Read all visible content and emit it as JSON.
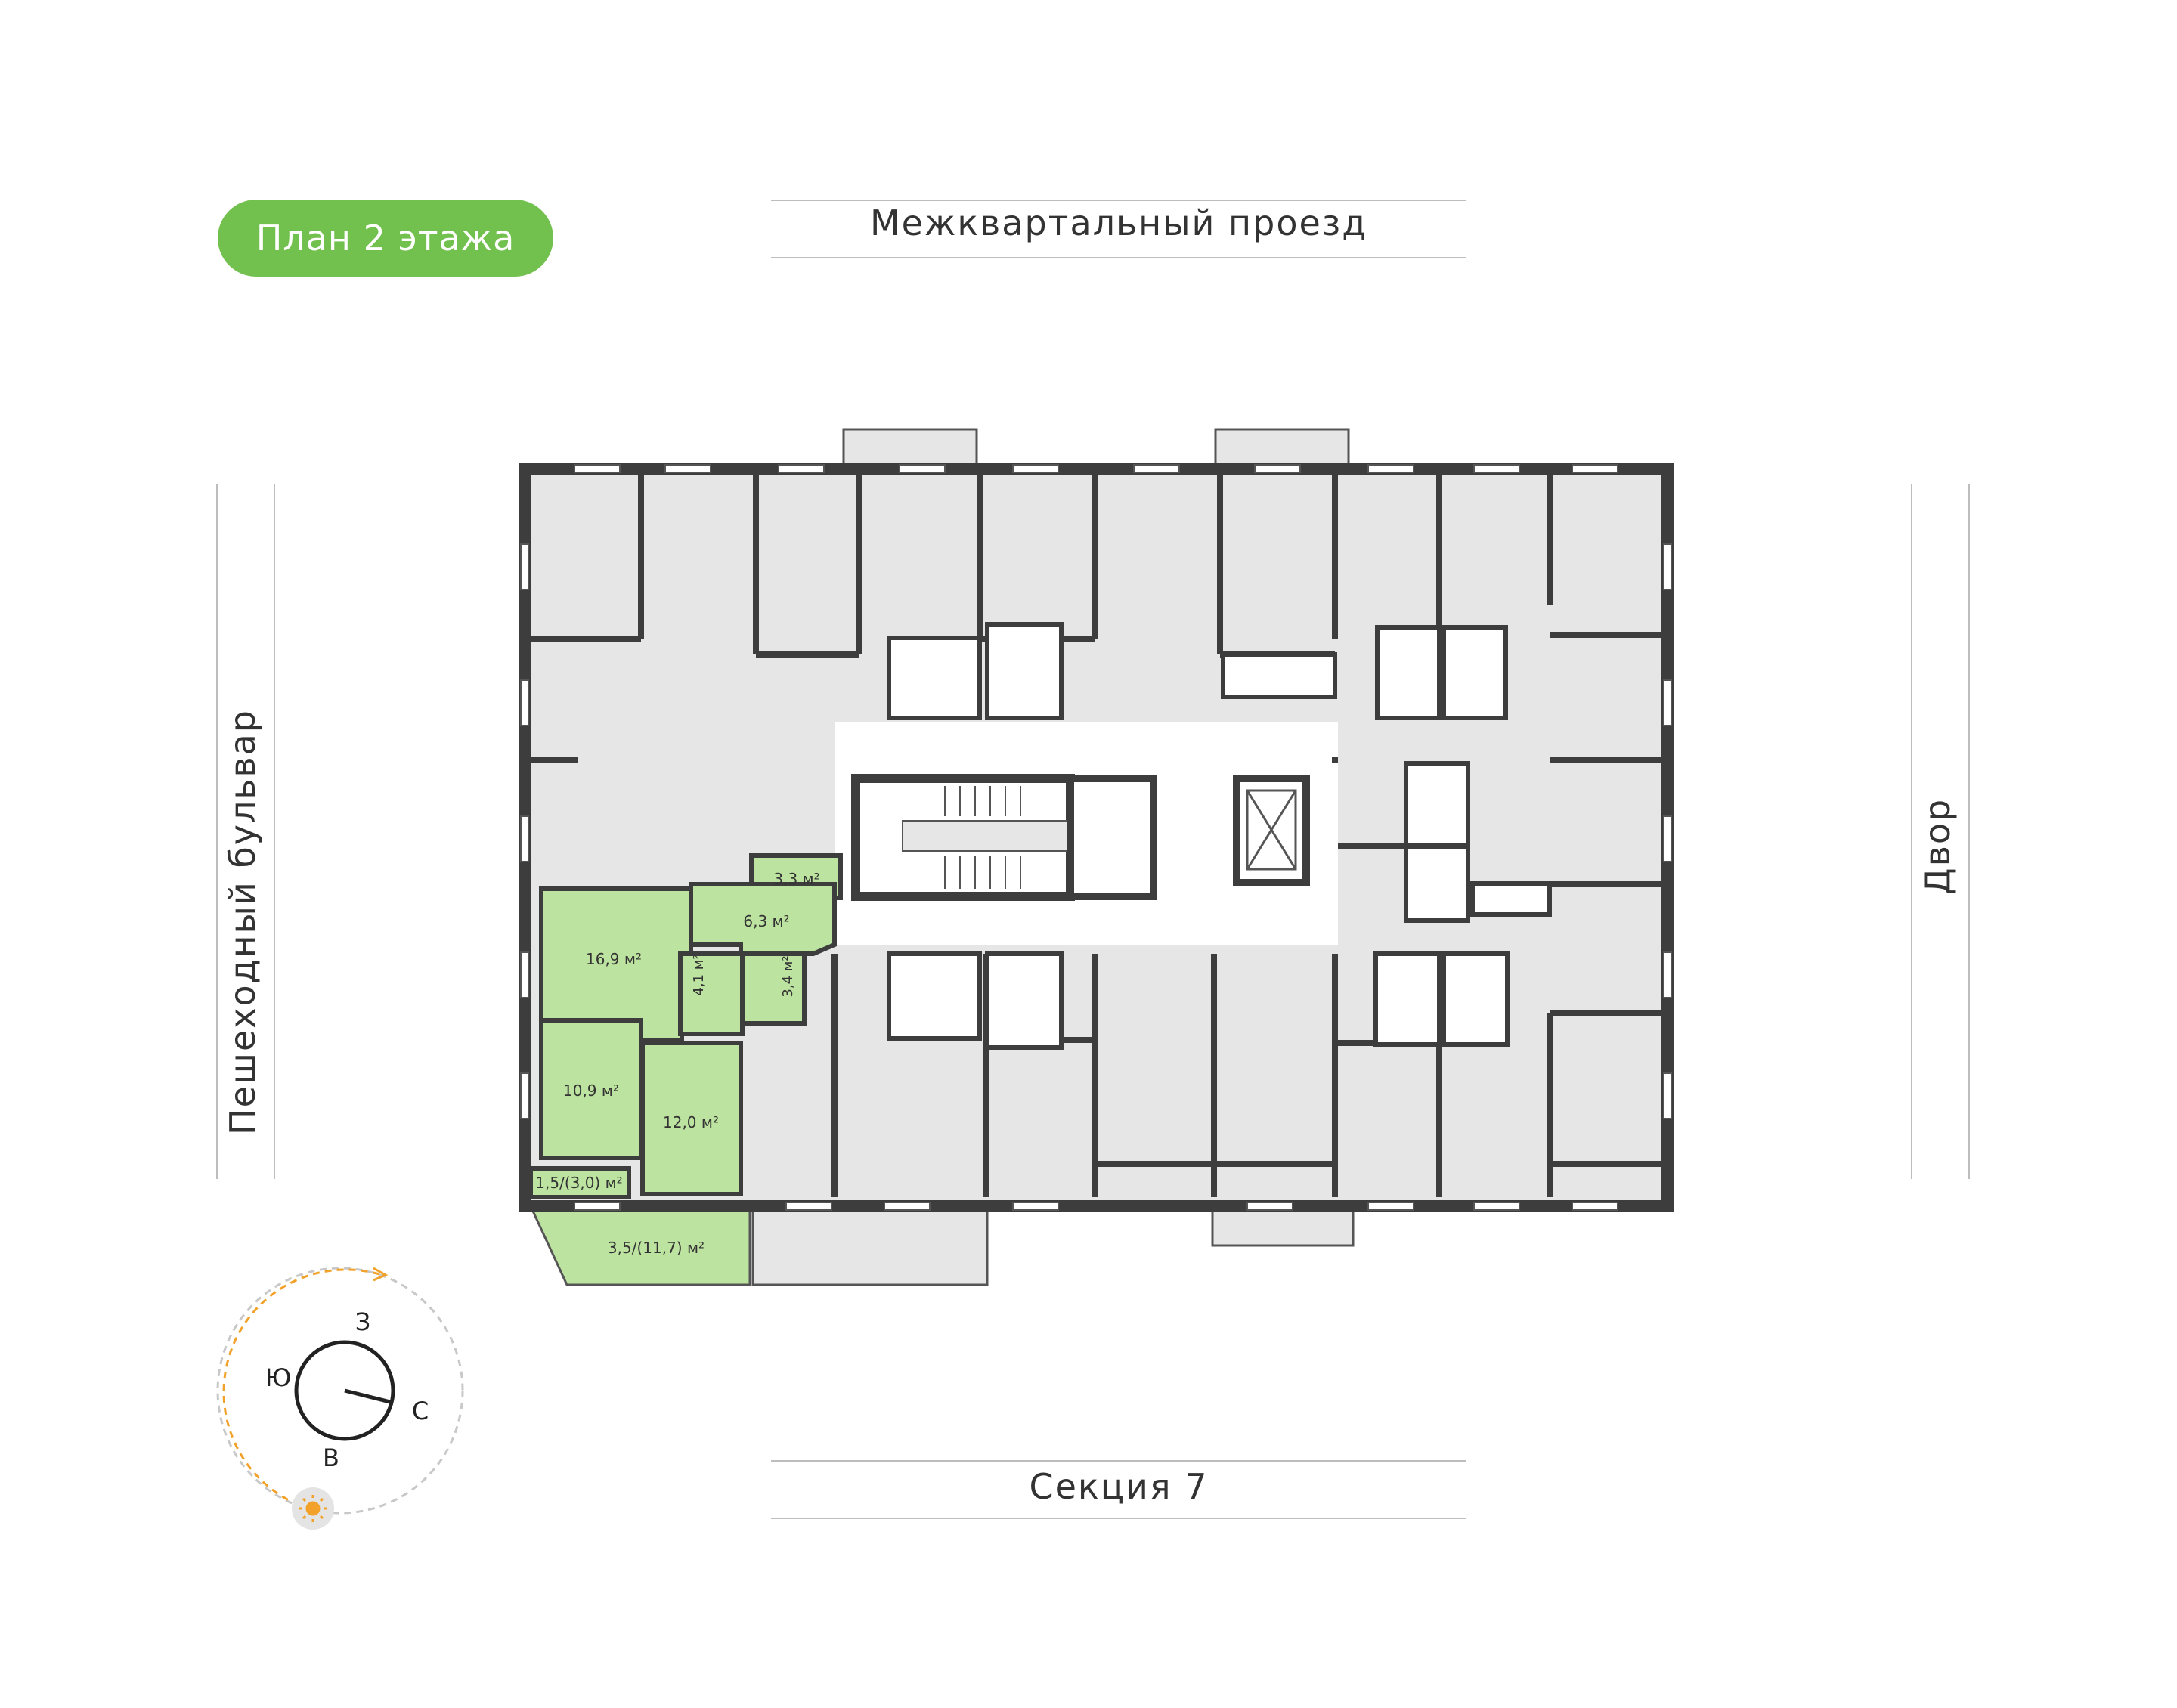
{
  "floor_label": "План 2 этажа",
  "streets": {
    "top": "Межквартальный проезд",
    "left": "Пешеходный бульвар",
    "right": "Двор",
    "bottom": "Секция 7"
  },
  "rooms": {
    "hall": "3,3 м²",
    "corridor": "6,3 м²",
    "living": "16,9 м²",
    "bath": "4,1 м²",
    "wc": "3,4 м²",
    "bedroom1": "10,9 м²",
    "bedroom2": "12,0 м²",
    "balcony_small": "1,5/(3,0) м²",
    "balcony_large": "3,5/(11,7) м²"
  },
  "compass": {
    "n": "З",
    "w": "Ю",
    "e": "С",
    "s": "В"
  },
  "colors": {
    "accent": "#72c04d",
    "highlight": "#bde3a0",
    "wall": "#3d3d3d",
    "room": "#e6e6e6",
    "sun": "#f2a22a"
  }
}
